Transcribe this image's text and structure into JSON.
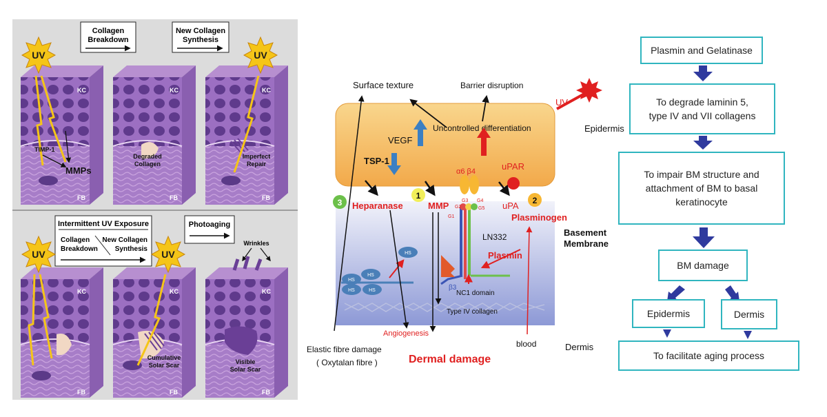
{
  "left_panel": {
    "top_label_1": [
      "Collagen",
      "Breakdown"
    ],
    "top_label_2": [
      "New Collagen",
      "Synthesis"
    ],
    "uv": "UV",
    "kc": "KC",
    "fb": "FB",
    "timp": "TIMP-1",
    "mmps": "MMPs",
    "degraded": [
      "Degraded",
      "Collagen"
    ],
    "imperfect": [
      "Imperfect",
      "Repair"
    ],
    "intermittent_title": "Intermittent UV Exposure",
    "intermittent_left": [
      "Collagen",
      "Breakdown"
    ],
    "intermittent_right": [
      "New Collagen",
      "Synthesis"
    ],
    "photoaging": "Photoaging",
    "wrinkles": "Wrinkles",
    "cumulative": [
      "Cumulative",
      "Solar Scar"
    ],
    "visible": [
      "Visible",
      "Solar Scar"
    ]
  },
  "middle_panel": {
    "surface_texture": "Surface texture",
    "barrier_disruption": "Barrier disruption",
    "uv": "UV",
    "uncontrolled": "Uncontrolled differentiation",
    "vegf": "VEGF",
    "tsp1": "TSP-1",
    "a6b4": "α6 β4",
    "upar": "uPAR",
    "epidermis": "Epidermis",
    "num3": "3",
    "num1": "1",
    "num2": "2",
    "heparanase": "Heparanase",
    "mmp": "MMP",
    "upa": "uPA",
    "plasminogen": "Plasminogen",
    "g_labels": [
      "G1",
      "G2",
      "G3",
      "G4",
      "G5"
    ],
    "ln332": "LN332",
    "plasmin": "Plasmin",
    "basement_membrane": [
      "Basement",
      "Membrane"
    ],
    "hs": "HS",
    "b3": "β3",
    "nc1": "NC1 domain",
    "type_iv": "Type IV collagen",
    "angiogenesis": "Angiogenesis",
    "dermal_damage": "Dermal damage",
    "blood": "blood",
    "dermis": "Dermis",
    "elastic": [
      "Elastic fibre damage",
      "( Oxytalan fibre )"
    ]
  },
  "flowchart": {
    "box1": "Plasmin and Gelatinase",
    "box2": [
      "To degrade laminin 5,",
      "type IV and VII collagens"
    ],
    "box3": [
      "To impair BM structure and",
      "attachment of BM to basal",
      "keratinocyte"
    ],
    "box4": "BM damage",
    "box5": "Epidermis",
    "box6": "Dermis",
    "box7": "To facilitate aging process",
    "colors": {
      "border": "#2fb5bf",
      "arrow": "#2f3a9e"
    }
  }
}
